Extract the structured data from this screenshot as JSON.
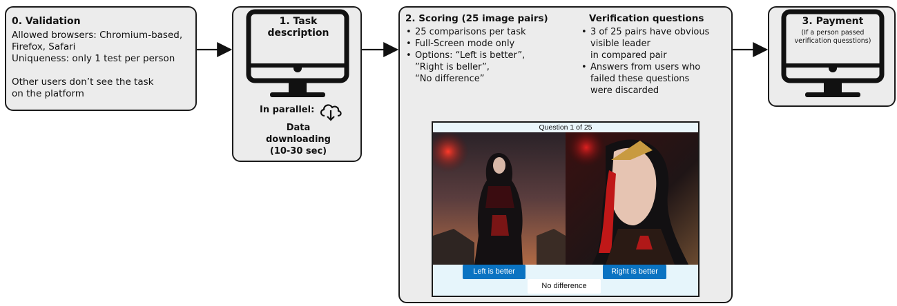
{
  "validation": {
    "title": "0. Validation",
    "body": "Allowed browsers: Chromium-based,\nFirefox, Safari\nUniqueness: only 1 test per person\n\nOther users don’t see the task\non the platform"
  },
  "task": {
    "title_line1": "1. Task",
    "title_line2": "description",
    "parallel_label": "In parallel:",
    "download_icon": "cloud-download-icon",
    "download_line1": "Data",
    "download_line2": "downloading",
    "download_line3": "(10-30 sec)"
  },
  "scoring": {
    "title": "2. Scoring (25 image pairs)",
    "items": [
      "25 comparisons per task",
      "Full-Screen mode only",
      "Options: “Left is better”,\n”Right is beller”,\n“No difference”"
    ]
  },
  "verification": {
    "title": "Verification questions",
    "items": [
      "3 of 25 pairs have obvious\nvisible leader\nin compared pair",
      "Answers from users who\nfailed these questions\nwere discarded"
    ]
  },
  "quiz": {
    "header": "Question 1 of 25",
    "left_button": "Left is better",
    "right_button": "Right is better",
    "no_diff_button": "No difference"
  },
  "payment": {
    "title": "3. Payment",
    "subtitle_line1": "(If a person passed",
    "subtitle_line2": "verification quesstions)"
  },
  "colors": {
    "box_fill": "#ececec",
    "border": "#1a1a1a",
    "button_blue": "#0a73c2",
    "quiz_bg": "#e6f5fb"
  }
}
